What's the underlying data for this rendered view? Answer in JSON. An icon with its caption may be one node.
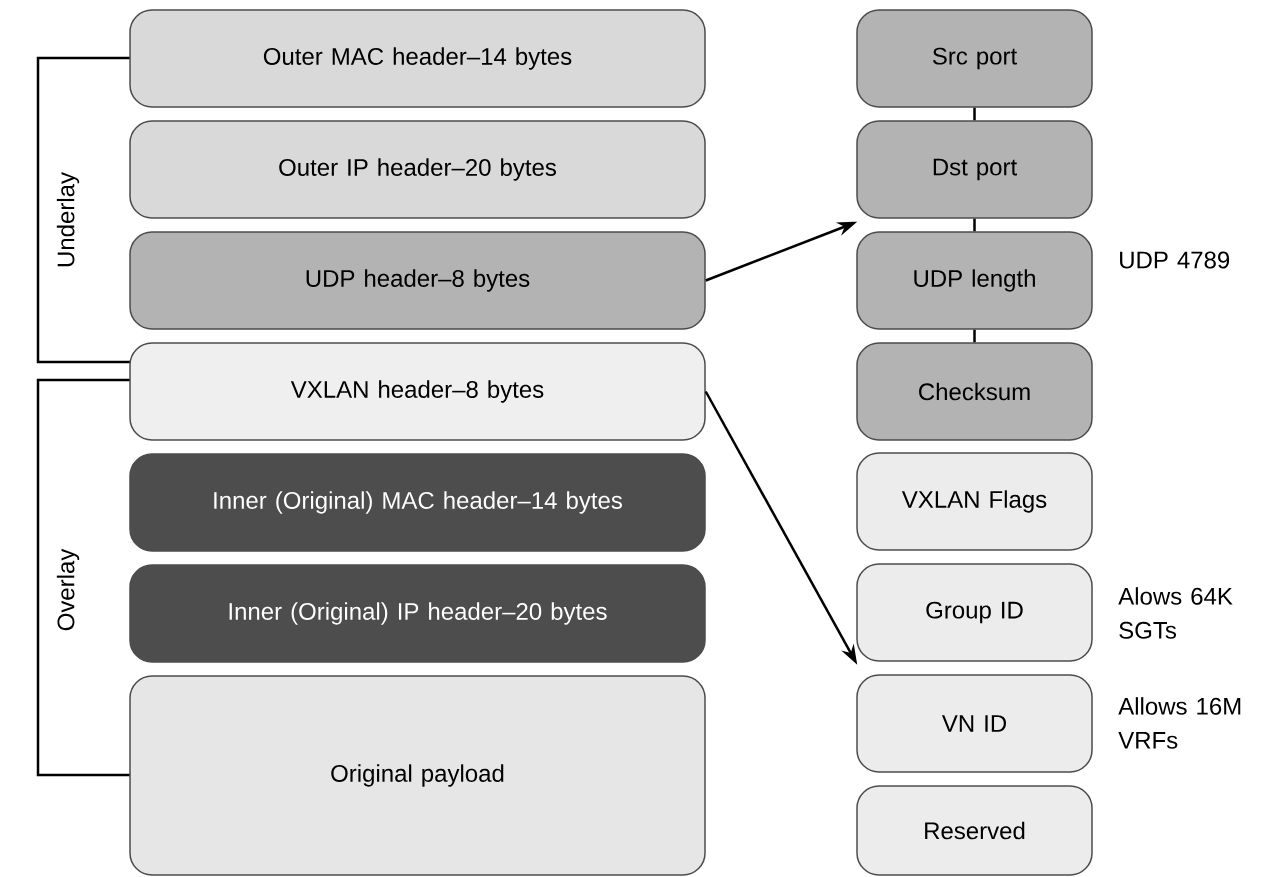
{
  "diagram": {
    "nodes": [
      {
        "text": [
          "Outer MAC header–14 bytes"
        ]
      },
      {
        "text": [
          "Outer IP header–20 bytes"
        ]
      },
      {
        "text": [
          "UDP header–8 bytes"
        ]
      },
      {
        "text": [
          "VXLAN header–8 bytes"
        ]
      },
      {
        "text": [
          "Inner (Original) MAC header–14 bytes"
        ]
      },
      {
        "text": [
          "Inner (Original) IP header–20 bytes"
        ]
      },
      {
        "text": [
          "Original payload"
        ]
      },
      {
        "text": [
          "Src port"
        ]
      },
      {
        "text": [
          "Dst port"
        ],
        "beside": [
          "UDP 4789"
        ]
      },
      {
        "text": [
          "UDP length"
        ]
      },
      {
        "text": [
          "Checksum"
        ]
      },
      {
        "text": [
          "VXLAN Flags"
        ]
      },
      {
        "text": [
          "Group ID"
        ],
        "beside": [
          "Alows 64K SGTs"
        ]
      },
      {
        "text": [
          "VN ID"
        ],
        "beside": [
          "Allows 16M VRFs"
        ]
      },
      {
        "text": [
          "Reserved"
        ]
      }
    ],
    "edges": [
      {
        "from": 2,
        "to": 8,
        "arrow": "to"
      },
      {
        "from": 3,
        "to": 12,
        "arrow": "to"
      },
      {
        "from": 7,
        "to": 8,
        "arrow": "none"
      },
      {
        "from": 8,
        "to": 9,
        "arrow": "none"
      },
      {
        "from": 9,
        "to": 10,
        "arrow": "none"
      }
    ],
    "labels": [
      "Underlay",
      "Overlay"
    ]
  }
}
